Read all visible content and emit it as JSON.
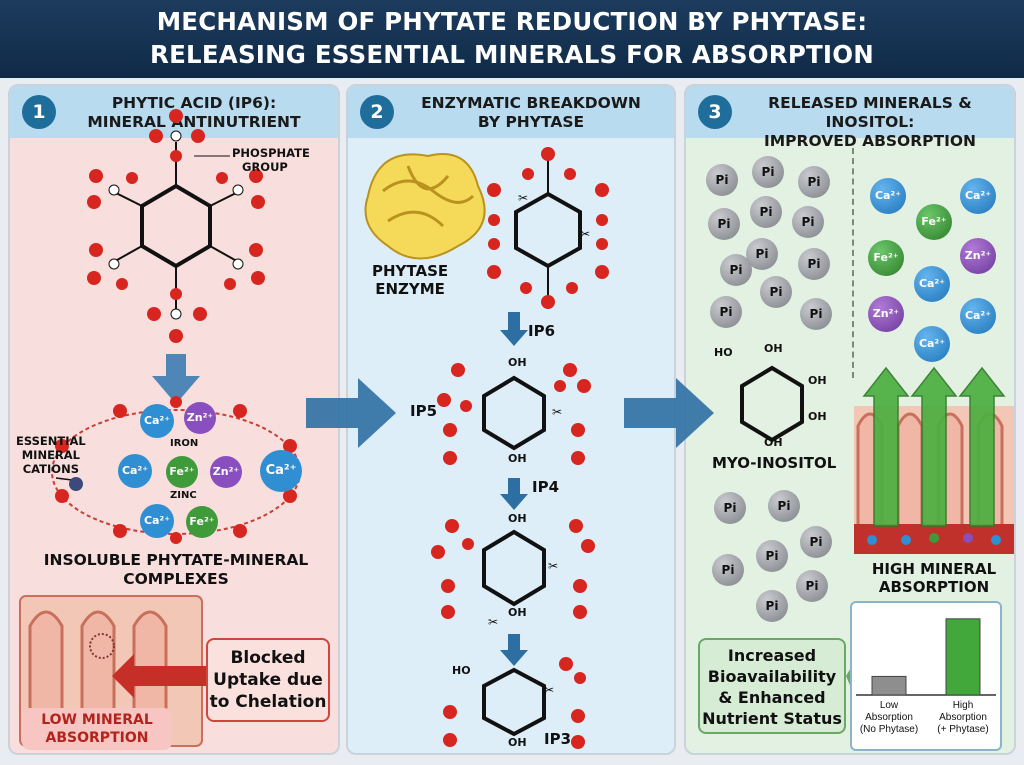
{
  "title": {
    "line1": "MECHANISM OF PHYTATE REDUCTION BY PHYTASE:",
    "line2": "RELEASING ESSENTIAL MINERALS FOR ABSORPTION"
  },
  "panels": [
    {
      "number": "1",
      "heading_line1": "PHYTIC ACID (IP6):",
      "heading_line2": "MINERAL ANTINUTRIENT",
      "phosphate_label_line1": "PHOSPHATE",
      "phosphate_label_line2": "GROUP",
      "cations_label_line1": "ESSENTIAL",
      "cations_label_line2": "MINERAL",
      "cations_label_line3": "CATIONS",
      "iron_label": "IRON",
      "zinc_label": "ZINC",
      "complex_label_line1": "INSOLUBLE PHYTATE-MINERAL",
      "complex_label_line2": "COMPLEXES",
      "blocked_line1": "Blocked",
      "blocked_line2": "Uptake due",
      "blocked_line3": "to Chelation",
      "low_absorption_line1": "LOW MINERAL",
      "low_absorption_line2": "ABSORPTION"
    },
    {
      "number": "2",
      "heading_line1": "ENZYMATIC BREAKDOWN",
      "heading_line2": "BY PHYTASE",
      "enzyme_label_line1": "PHYTASE",
      "enzyme_label_line2": "ENZYME",
      "ip6": "IP6",
      "ip5": "IP5",
      "ip4": "IP4",
      "ip3": "IP3",
      "oh": "OH",
      "ho": "HO"
    },
    {
      "number": "3",
      "heading_line1": "RELEASED MINERALS & INOSITOL:",
      "heading_line2": "IMPROVED ABSORPTION",
      "pi": "Pi",
      "inositol_label": "MYO-INOSITOL",
      "high_absorption_line1": "HIGH MINERAL",
      "high_absorption_line2": "ABSORPTION",
      "bioavail_line1": "Increased",
      "bioavail_line2": "Bioavailability",
      "bioavail_line3": "& Enhanced",
      "bioavail_line4": "Nutrient Status"
    }
  ],
  "ions": {
    "ca": "Ca²⁺",
    "zn": "Zn²⁺",
    "fe": "Fe²⁺"
  },
  "colors": {
    "oxygen": "#d7261f",
    "calcium": "#2f8fd2",
    "zinc": "#8a4fbf",
    "iron": "#3f9a3a",
    "pi": "#8e9196",
    "arrow": "#2d6fa3",
    "green_arrow": "#4caf40"
  },
  "chart_data": {
    "type": "bar",
    "categories": [
      "Low Absorption (No Phytase)",
      "High Absorption (+ Phytase)"
    ],
    "category_lines": [
      [
        "Low",
        "Absorption",
        "(No Phytase)"
      ],
      [
        "High",
        "Absorption",
        "(+ Phytase)"
      ]
    ],
    "values": [
      1,
      4.1
    ],
    "colors": [
      "#8e8e8e",
      "#43a83b"
    ],
    "title": "",
    "xlabel": "",
    "ylabel": ""
  }
}
